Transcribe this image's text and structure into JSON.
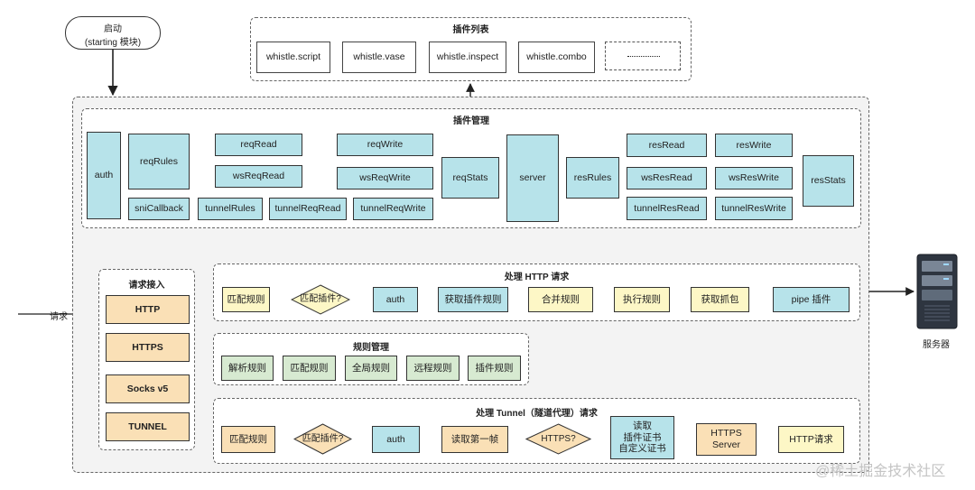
{
  "startup": {
    "line1": "启动",
    "line2": "(starting 模块)"
  },
  "plugin_list": {
    "title": "插件列表",
    "items": [
      "whistle.script",
      "whistle.vase",
      "whistle.inspect",
      "whistle.combo"
    ]
  },
  "plugin_mgmt": {
    "title": "插件管理",
    "auth": "auth",
    "reqRules": "reqRules",
    "reqRead": "reqRead",
    "wsReqRead": "wsReqRead",
    "reqWrite": "reqWrite",
    "wsReqWrite": "wsReqWrite",
    "reqStats": "reqStats",
    "server": "server",
    "resRules": "resRules",
    "resRead": "resRead",
    "wsResRead": "wsResRead",
    "tunnelResRead": "tunnelResRead",
    "resWrite": "resWrite",
    "wsResWrite": "wsResWrite",
    "tunnelResWrite": "tunnelResWrite",
    "resStats": "resStats",
    "sniCallback": "sniCallback",
    "tunnelRules": "tunnelRules",
    "tunnelReqRead": "tunnelReqRead",
    "tunnelReqWrite": "tunnelReqWrite"
  },
  "request_in": {
    "label": "请求",
    "title": "请求接入",
    "items": [
      "HTTP",
      "HTTPS",
      "Socks v5",
      "TUNNEL"
    ]
  },
  "http_flow": {
    "title": "处理 HTTP 请求",
    "steps": [
      "匹配规则",
      "匹配插件?",
      "auth",
      "获取插件规则",
      "合并规则",
      "执行规则",
      "获取抓包",
      "pipe 插件"
    ]
  },
  "rules_mgmt": {
    "title": "规则管理",
    "items": [
      "解析规则",
      "匹配规则",
      "全局规则",
      "远程规则",
      "插件规则"
    ]
  },
  "tunnel_flow": {
    "title": "处理 Tunnel（隧道代理）请求",
    "steps": [
      "匹配规则",
      "匹配插件?",
      "auth",
      "读取第一帧",
      "HTTPS?"
    ],
    "cert": [
      "读取",
      "插件证书",
      "自定义证书"
    ],
    "https_server": [
      "HTTPS",
      "Server"
    ],
    "http_req": "HTTP请求"
  },
  "server": {
    "label": "服务器"
  },
  "watermark": "@稀土掘金技术社区",
  "colors": {
    "cyan": "#b7e3ea",
    "yellow": "#fdf7c6",
    "orange": "#fae0b6",
    "green": "#d7ead1"
  }
}
